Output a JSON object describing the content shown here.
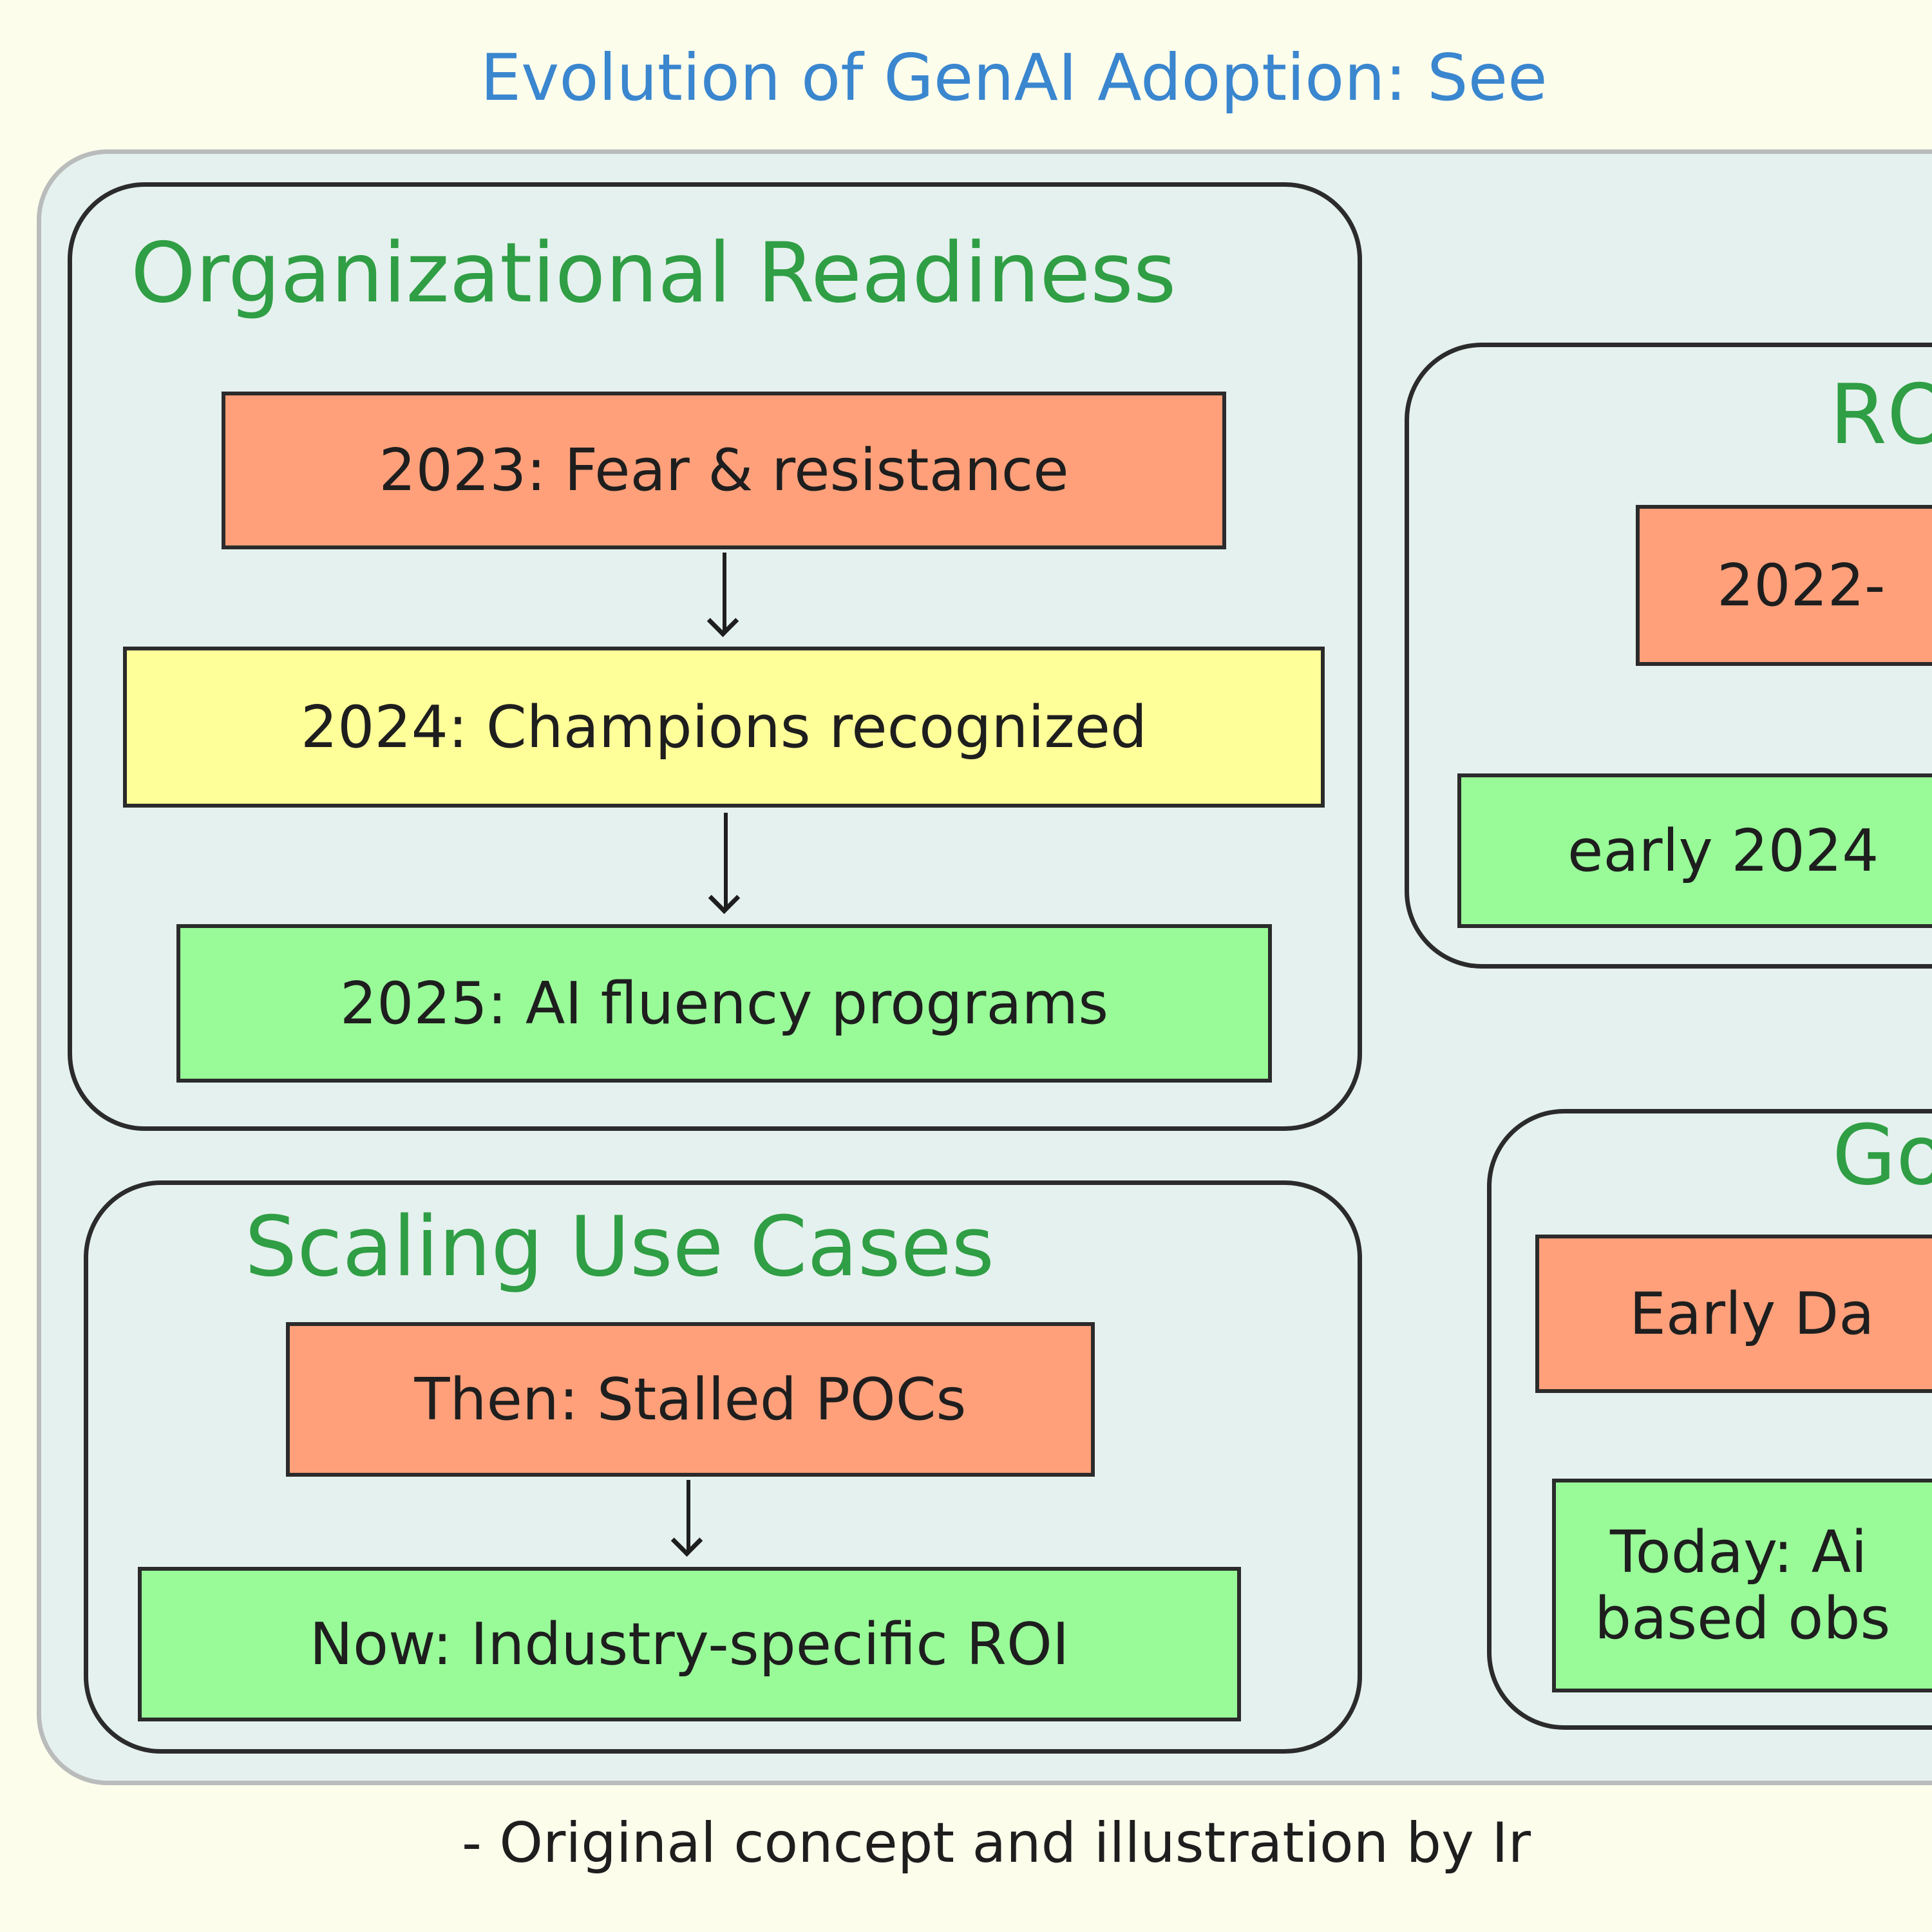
{
  "title": "Evolution of GenAI Adoption: See",
  "groups": {
    "readiness": {
      "title": "Organizational Readiness",
      "items": [
        "2023: Fear & resistance",
        "2024: Champions recognized",
        "2025: AI fluency programs"
      ]
    },
    "scaling": {
      "title": "Scaling Use Cases",
      "items": [
        "Then: Stalled POCs",
        "Now: Industry-specific ROI"
      ]
    },
    "roi": {
      "title": "RO",
      "items": [
        "2022-",
        "early 2024"
      ]
    },
    "governance": {
      "title": "Go",
      "items": [
        "Early Da",
        "Today: Ai",
        "based obs"
      ]
    }
  },
  "footer": "- Original concept and illustration by Ir",
  "colors": {
    "title": "#3a86cf",
    "group_title": "#2f9e44",
    "then": "#ffa07a",
    "mid": "#ffff99",
    "now": "#98fb98",
    "panel": "#e5f1ee"
  }
}
